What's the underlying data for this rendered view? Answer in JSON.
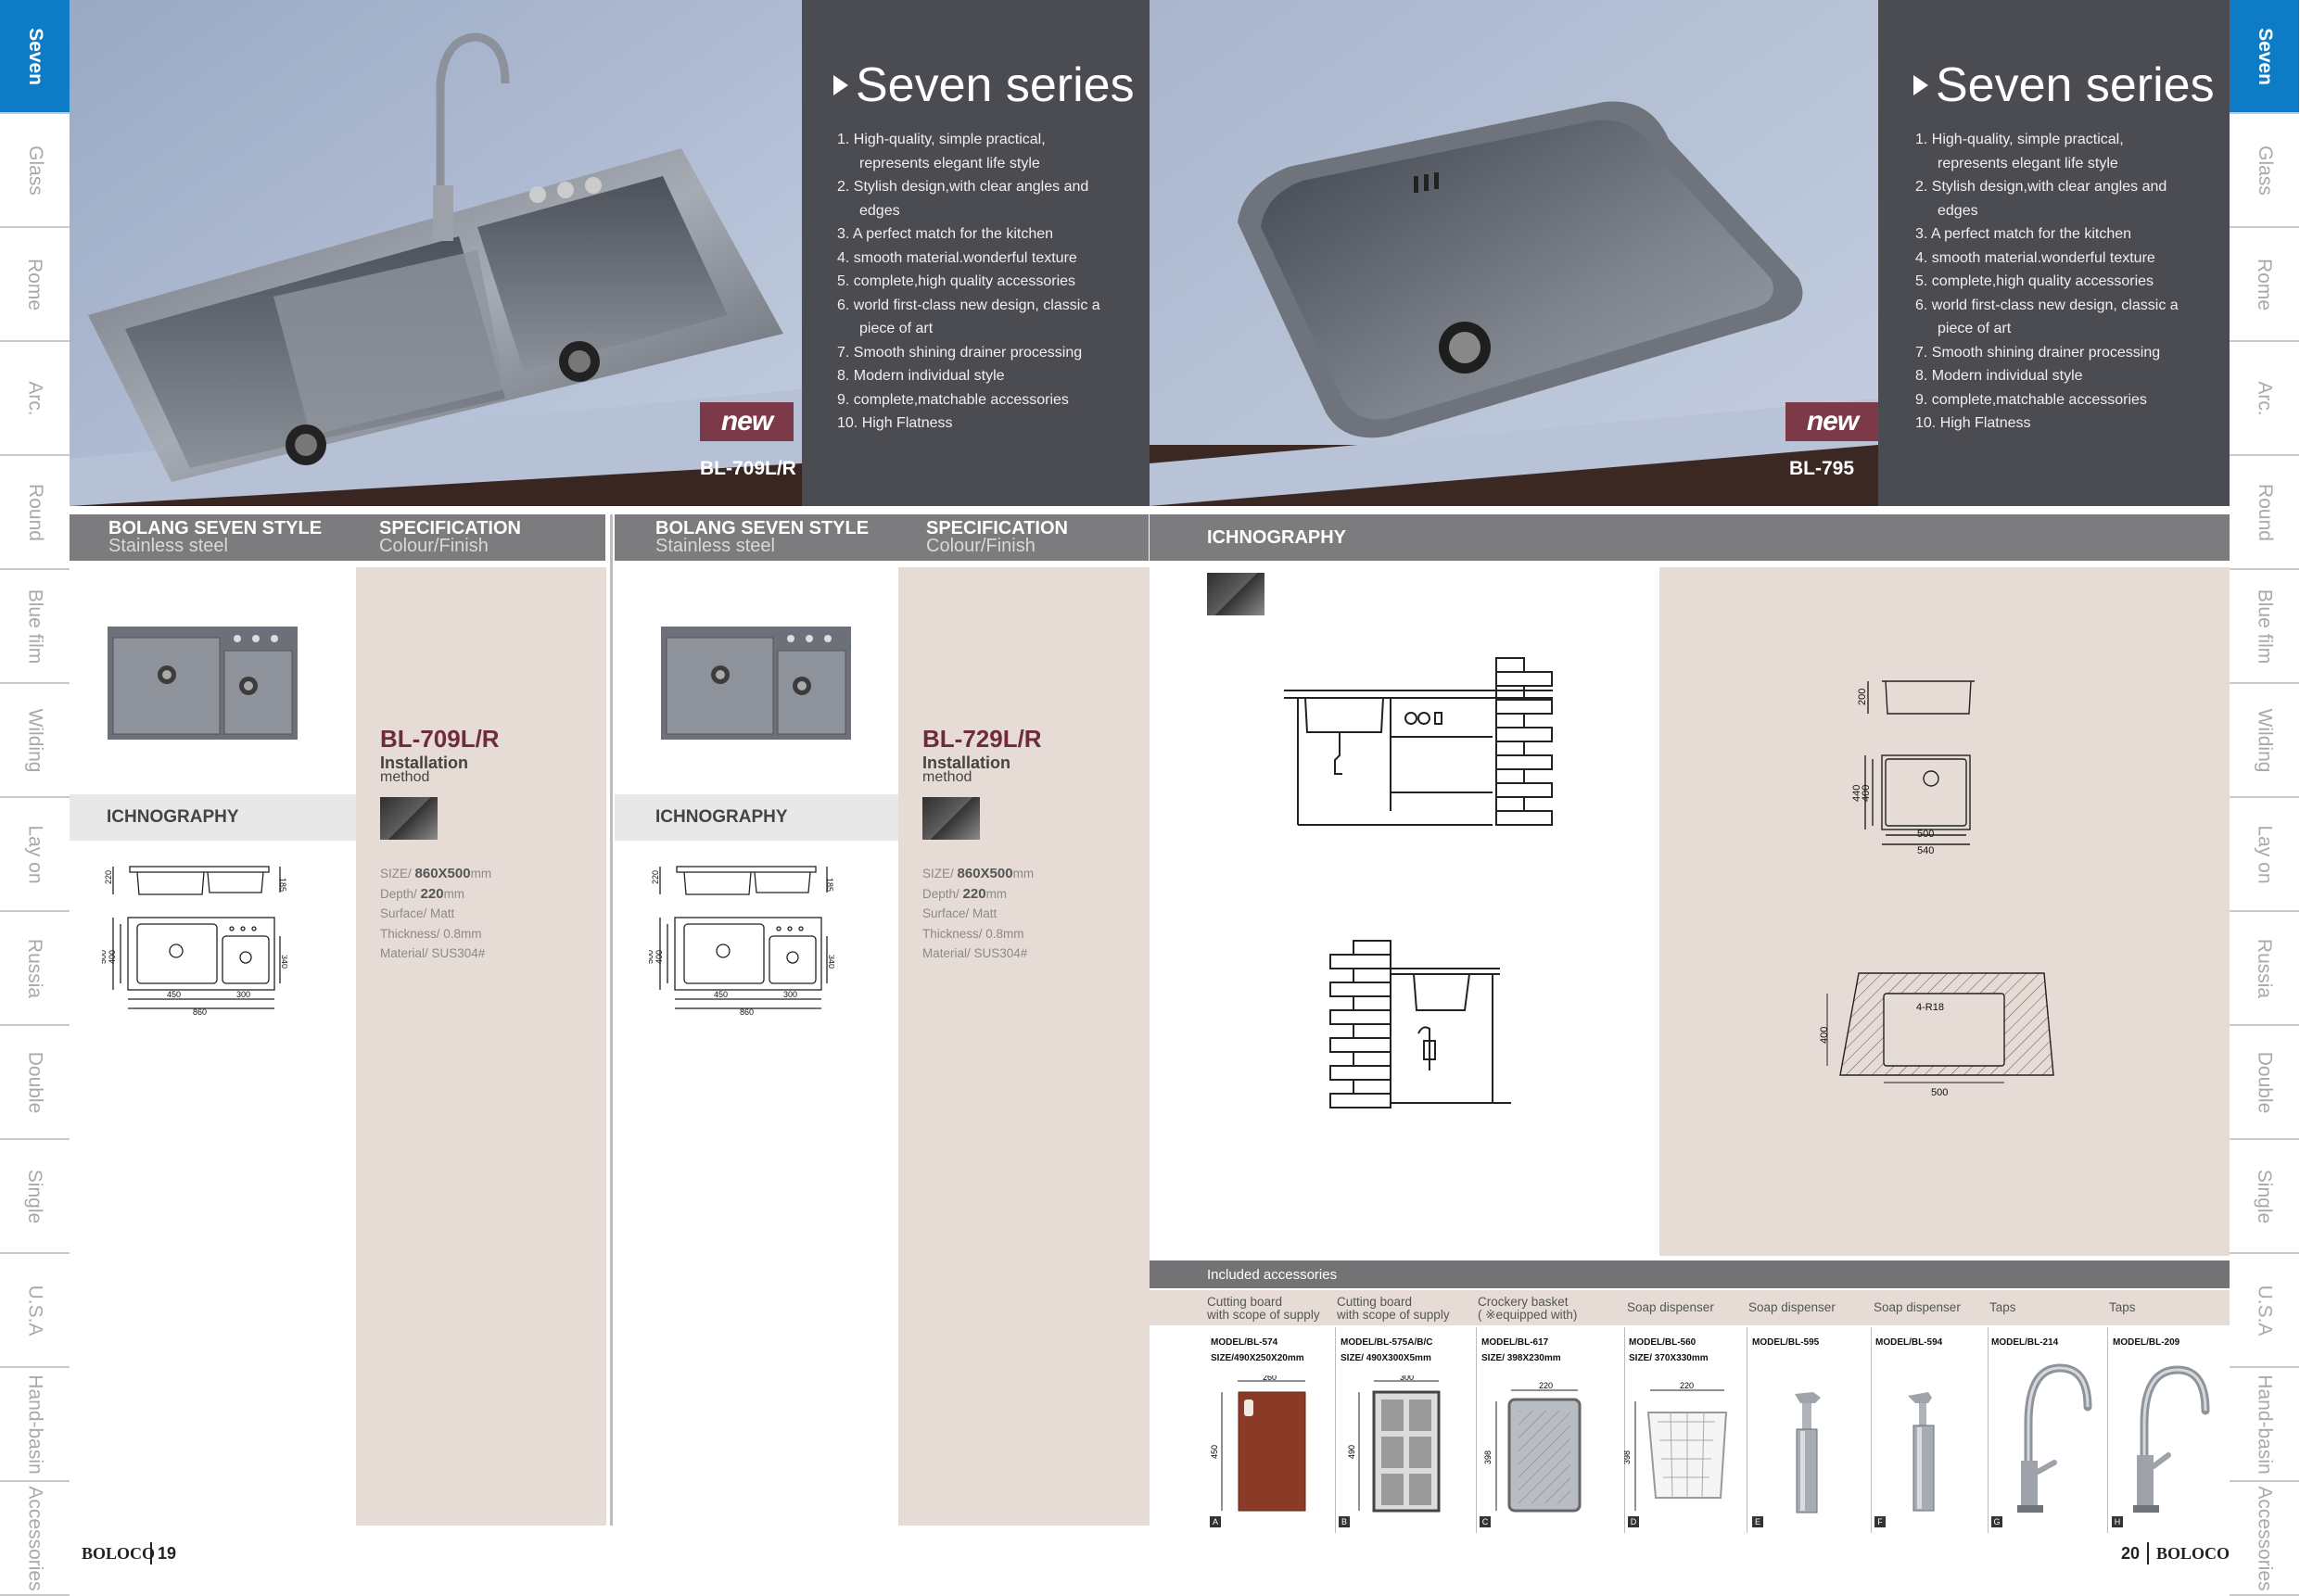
{
  "side_tabs": [
    "Seven",
    "Glass",
    "Rome",
    "Arc.",
    "Round",
    "Blue film",
    "Wilding",
    "Lay on",
    "Russia",
    "Double",
    "Single",
    "U.S.A",
    "Hand-basin",
    "Accessories"
  ],
  "active_tab": "Seven",
  "colors": {
    "tab_active": "#0d7bc6",
    "panel_dark": "#4b4b52",
    "model_red": "#6e2c3b",
    "beige": "#e6dcd5",
    "bar_grey": "#7c7c7e"
  },
  "hero_left": {
    "series_title": "Seven series",
    "badge": "new",
    "model": "BL-709L/R",
    "features": [
      "1. High-quality, simple practical, represents elegant life style",
      "2. Stylish design,with clear  angles and edges",
      "3. A perfect match for the kitchen",
      "4. smooth material.wonderful texture",
      "5. complete,high quality accessories",
      "6. world first-class new design, classic a piece of art",
      "7. Smooth shining drainer processing",
      "8. Modern individual style",
      "9. complete,matchable accessories",
      "10. High Flatness"
    ]
  },
  "hero_right": {
    "series_title": "Seven series",
    "badge": "new",
    "model": "BL-795",
    "features": [
      "1. High-quality, simple practical, represents elegant life style",
      "2. Stylish design,with clear  angles and edges",
      "3. A perfect match for the kitchen",
      "4. smooth material.wonderful texture",
      "5. complete,high quality accessories",
      "6. world first-class new design, classic a piece of art",
      "7. Smooth shining drainer processing",
      "8. Modern individual style",
      "9. complete,matchable accessories",
      "10. High Flatness"
    ]
  },
  "products": [
    {
      "style_label": "BOLANG SEVEN STYLE",
      "style_sub": "Stainless steel",
      "spec_label": "SPECIFICATION",
      "spec_sub": "Colour/Finish",
      "ich_label": "ICHNOGRAPHY",
      "model": "BL-709L/R",
      "install_label": "Installation",
      "install_sub": "method",
      "specs": {
        "size_label": "SIZE/ ",
        "size": "860X500",
        "size_unit": "mm",
        "depth_label": "Depth/ ",
        "depth": "220",
        "depth_unit": "mm",
        "surface": "Surface/ Matt",
        "thickness": "Thickness/ 0.8mm",
        "material": "Material/ SUS304#"
      },
      "dims": {
        "top_h": "220",
        "top_d": "185",
        "left_h1": "500",
        "left_h2": "400",
        "right_h": "340",
        "w1": "450",
        "w2": "300",
        "total": "860"
      }
    },
    {
      "style_label": "BOLANG SEVEN STYLE",
      "style_sub": "Stainless steel",
      "spec_label": "SPECIFICATION",
      "spec_sub": "Colour/Finish",
      "ich_label": "ICHNOGRAPHY",
      "model": "BL-729L/R",
      "install_label": "Installation",
      "install_sub": "method",
      "specs": {
        "size_label": "SIZE/ ",
        "size": "860X500",
        "size_unit": "mm",
        "depth_label": "Depth/ ",
        "depth": "220",
        "depth_unit": "mm",
        "surface": "Surface/ Matt",
        "thickness": "Thickness/ 0.8mm",
        "material": "Material/ SUS304#"
      },
      "dims": {
        "top_h": "220",
        "top_d": "185",
        "left_h1": "500",
        "left_h2": "400",
        "right_h": "340",
        "w1": "450",
        "w2": "300",
        "total": "860"
      }
    }
  ],
  "right_ich_label": "ICHNOGRAPHY",
  "bl795_dims": {
    "depth": "200",
    "h1": "440",
    "h2": "400",
    "w1": "500",
    "w2": "540",
    "cut_h": "400",
    "cut_w": "500",
    "radius": "4-R18"
  },
  "accessories": {
    "title": "Included accessories",
    "items": [
      {
        "name1": "Cutting board",
        "name2": "with scope of supply",
        "model": "MODEL/BL-574",
        "size": "SIZE/490X250X20mm",
        "dim_w": "260",
        "dim_h": "450",
        "letter": "A"
      },
      {
        "name1": "Cutting board",
        "name2": "with scope of supply",
        "model": "MODEL/BL-575A/B/C",
        "size": "SIZE/ 490X300X5mm",
        "dim_w": "300",
        "dim_h": "490",
        "letter": "B"
      },
      {
        "name1": "Crockery basket",
        "name2": "( ※equipped with)",
        "model": "MODEL/BL-617",
        "size": "SIZE/ 398X230mm",
        "dim_w": "220",
        "dim_h": "398",
        "letter": "C"
      },
      {
        "name1": "Soap dispenser",
        "name2": "",
        "model": "MODEL/BL-560",
        "size": "SIZE/ 370X330mm",
        "dim_w": "220",
        "dim_h": "398",
        "letter": "D"
      },
      {
        "name1": "Soap dispenser",
        "name2": "",
        "model": "MODEL/BL-595",
        "size": "",
        "letter": "E"
      },
      {
        "name1": "Soap dispenser",
        "name2": "",
        "model": "MODEL/BL-594",
        "size": "",
        "letter": "F"
      },
      {
        "name1": "Taps",
        "name2": "",
        "model": "MODEL/BL-214",
        "size": "",
        "letter": "G"
      },
      {
        "name1": "Taps",
        "name2": "",
        "model": "MODEL/BL-209",
        "size": "",
        "letter": "H"
      }
    ]
  },
  "footer": {
    "brand": "BOLOCO",
    "left_page": "19",
    "right_page": "20"
  }
}
